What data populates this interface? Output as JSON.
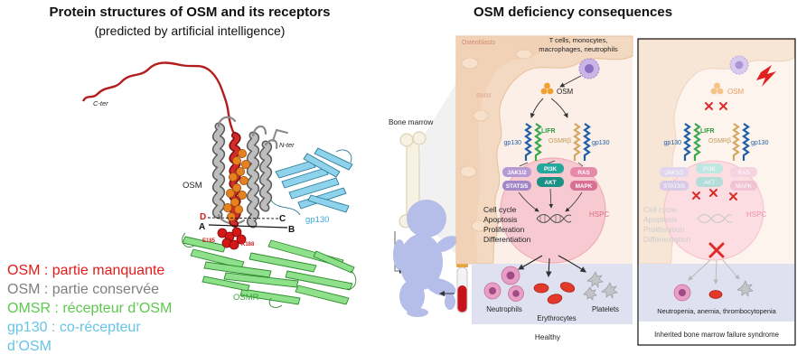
{
  "left_panel": {
    "title": "Protein structures of OSM and its receptors",
    "subtitle": "(predicted by artificial intelligence)",
    "labels": {
      "c_ter": "C-ter",
      "n_ter": "N-ter",
      "osm": "OSM",
      "gp130": "gp130",
      "osmr": "OSMR",
      "d": "D",
      "a": "A",
      "c": "C",
      "b": "B",
      "e185": "E185",
      "k188": "K188"
    },
    "legend": [
      {
        "text": "OSM : partie manquante",
        "color": "#e21b1b"
      },
      {
        "text": "OSM : partie conservée",
        "color": "#7f7f7f"
      },
      {
        "text": "OMSR : récepteur d’OSM",
        "color": "#5dc84e"
      },
      {
        "text": "gp130 : co-récepteur",
        "color": "#66c4e6"
      },
      {
        "text": "d’OSM",
        "color": "#66c4e6"
      }
    ]
  },
  "right_panel": {
    "title": "OSM deficiency consequences",
    "bone_marrow_label": "Bone marrow",
    "healthy": {
      "osteoblasts": "Osteoblasts",
      "immune_cells_line1": "T cells, monocytes,",
      "immune_cells_line2": "macrophages, neutrophils",
      "osm": "OSM",
      "bmm": "BMM",
      "receptors": {
        "gp130_left": "gp130",
        "lifr": "LIFR",
        "osmrb": "OSMRβ",
        "gp130_right": "gp130"
      },
      "signaling": {
        "jak": "JAK1/2",
        "stat": "STAT3/5",
        "pi3k": "PI3K",
        "akt": "AKT",
        "ras": "RAS",
        "mapk": "MAPK"
      },
      "hspc": "HSPC",
      "processes": [
        "Cell cycle",
        "Apoptosis",
        "Proliferation",
        "Differentiation"
      ],
      "cells": {
        "neutrophils": "Neutrophils",
        "erythrocytes": "Erythrocytes",
        "platelets": "Platelets"
      },
      "caption": "Healthy"
    },
    "deficient": {
      "osm": "OSM",
      "receptors": {
        "gp130_left": "gp130",
        "lifr": "LIFR",
        "osmrb": "OSMRβ",
        "gp130_right": "gp130"
      },
      "signaling": {
        "jak": "JAK1/2",
        "stat": "STAT3/5",
        "pi3k": "PI3K",
        "akt": "AKT",
        "ras": "RAS",
        "mapk": "MAPK"
      },
      "hspc": "HSPC",
      "processes": [
        "Cell cycle",
        "Apoptosis",
        "Proliferation",
        "Differentiation"
      ],
      "outcome": "Neutropenia, anemia, thrombocytopenia",
      "caption": "Inherited bone marrow failure syndrome"
    }
  },
  "colors": {
    "osm_missing": "#e21b1b",
    "osm_conserved": "#9a9a9a",
    "osmr": "#8fe08a",
    "gp130": "#8fd2ec",
    "jak_stat": "#a98ccc",
    "pi3k_akt": "#23a196",
    "ras_mapk": "#e07fa2",
    "inhibition_x": "#e02a2a"
  }
}
